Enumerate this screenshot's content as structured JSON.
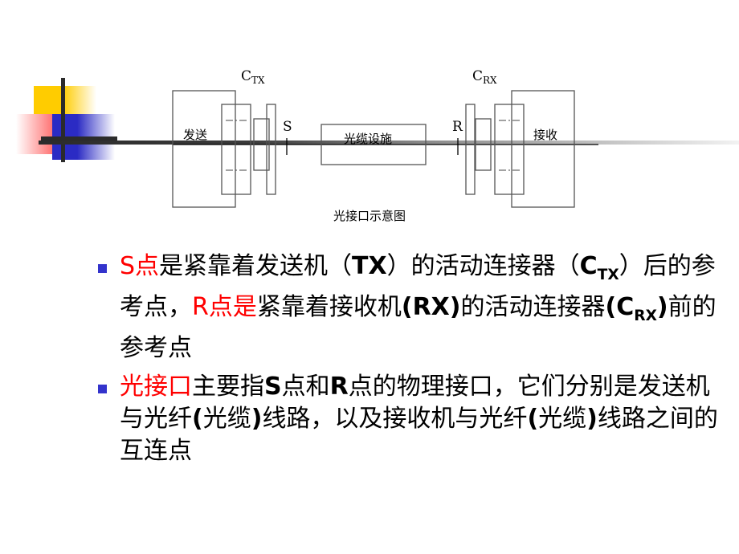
{
  "slide": {
    "background_color": "#ffffff",
    "accent_colors": {
      "highlight_red": "#FF0000",
      "bullet_blue": "#3333CC",
      "logo_yellow": "#FFCC00",
      "logo_red": "#FF1A1A",
      "logo_blue": "#2B2BC4",
      "logo_bar": "#2b2b2b",
      "line_gray": "#9a9a9a"
    }
  },
  "logo": {
    "name": "decorative-logo",
    "parts": [
      "yellow-square",
      "red-square",
      "blue-square",
      "vertical-bar",
      "horizontal-bar"
    ]
  },
  "diagram": {
    "caption": "光接口示意图",
    "transmitter_label": "发送",
    "receiver_label": "接收",
    "cable_facility_label": "光缆设施",
    "connector_tx": {
      "base": "C",
      "sub": "TX"
    },
    "connector_rx": {
      "base": "C",
      "sub": "RX"
    },
    "point_s": "S",
    "point_r": "R"
  },
  "bullets": [
    {
      "id": "bullet-s-r-points",
      "segments": [
        {
          "text": "S点",
          "style": "red"
        },
        {
          "text": "是紧靠着发送机（",
          "style": "plain"
        },
        {
          "text": "TX",
          "style": "latin"
        },
        {
          "text": "）的活动连接器（",
          "style": "plain"
        },
        {
          "text": "C",
          "style": "latin"
        },
        {
          "text": "TX",
          "style": "sub"
        },
        {
          "text": "）后的参考点，",
          "style": "plain"
        },
        {
          "text": "R点是",
          "style": "red"
        },
        {
          "text": "紧靠着接收机",
          "style": "plain"
        },
        {
          "text": "(RX)",
          "style": "latin"
        },
        {
          "text": "的活动连接器",
          "style": "plain"
        },
        {
          "text": "(C",
          "style": "latin"
        },
        {
          "text": "RX",
          "style": "sub"
        },
        {
          "text": ")",
          "style": "latin"
        },
        {
          "text": "前的参考点",
          "style": "plain"
        }
      ]
    },
    {
      "id": "bullet-optical-interface",
      "segments": [
        {
          "text": "光接口",
          "style": "red"
        },
        {
          "text": "主要指",
          "style": "plain"
        },
        {
          "text": "S",
          "style": "latin"
        },
        {
          "text": "点和",
          "style": "plain"
        },
        {
          "text": "R",
          "style": "latin"
        },
        {
          "text": "点的物理接口，它们分别是发送机与光纤",
          "style": "plain"
        },
        {
          "text": "(",
          "style": "latin"
        },
        {
          "text": "光缆",
          "style": "plain"
        },
        {
          "text": ")",
          "style": "latin"
        },
        {
          "text": "线路，以及接收机与光纤",
          "style": "plain"
        },
        {
          "text": "(",
          "style": "latin"
        },
        {
          "text": "光缆",
          "style": "plain"
        },
        {
          "text": ")",
          "style": "latin"
        },
        {
          "text": "线路之间的互连点",
          "style": "plain"
        }
      ]
    }
  ]
}
